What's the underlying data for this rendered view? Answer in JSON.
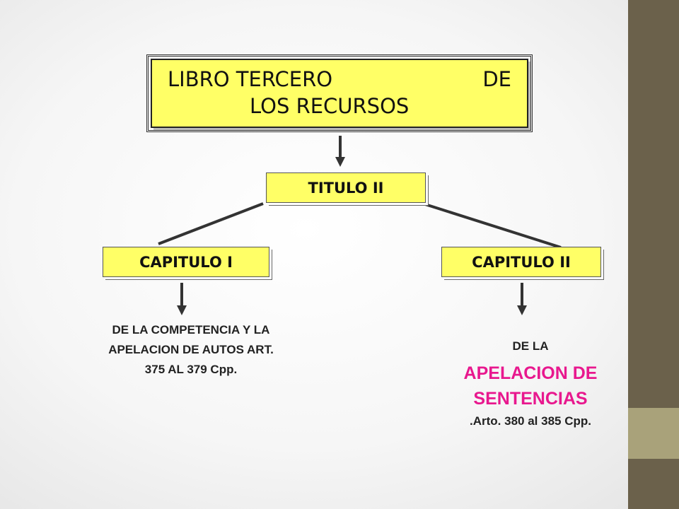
{
  "main_box": {
    "line1_left": "LIBRO TERCERO",
    "line1_right": "DE",
    "line2": "LOS RECURSOS"
  },
  "titulo": "TITULO II",
  "capitulo_1": {
    "label": "CAPITULO I",
    "desc_line1": "DE LA COMPETENCIA Y LA",
    "desc_line2": "APELACION DE AUTOS ART.",
    "desc_line3": "375  AL 379 Cpp."
  },
  "capitulo_2": {
    "label": "CAPITULO II",
    "desc_pre": "DE LA",
    "desc_big1": "APELACION DE",
    "desc_big2": "SENTENCIAS",
    "desc_post": ".Arto. 380 al 385 Cpp."
  },
  "colors": {
    "box_fill": "#ffff66",
    "highlight_text": "#e8188e",
    "side_bar": "#6b614b",
    "side_accent": "#a9a27a"
  }
}
